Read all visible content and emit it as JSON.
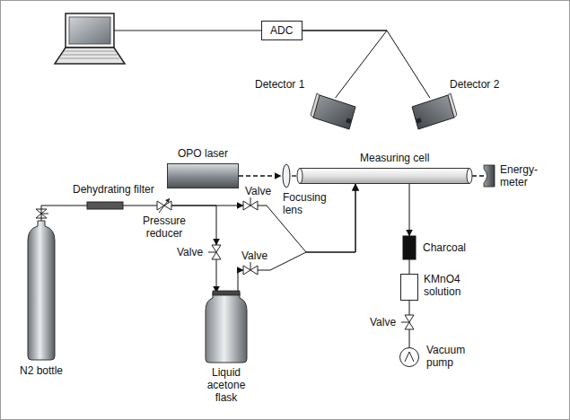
{
  "diagram": {
    "nodes": [
      {
        "text": [
          "ADC"
        ]
      },
      {
        "text": [
          "Detector 1"
        ]
      },
      {
        "text": [
          "Detector 2"
        ]
      },
      {
        "text": [
          "OPO laser"
        ]
      },
      {
        "text": [
          "Focusing lens"
        ]
      },
      {
        "text": [
          "Measuring cell"
        ]
      },
      {
        "text": [
          "Energy-meter"
        ]
      },
      {
        "text": [
          "Charcoal"
        ]
      },
      {
        "text": [
          "KMnO4 solution"
        ]
      },
      {
        "text": [
          "Valve"
        ]
      },
      {
        "text": [
          "Vacuum pump"
        ]
      },
      {
        "text": [
          "N2 bottle"
        ]
      },
      {
        "text": [
          "Dehydrating filter"
        ]
      },
      {
        "text": [
          "Pressure reducer"
        ]
      },
      {
        "text": [
          "Valve"
        ]
      },
      {
        "text": [
          "Valve"
        ]
      },
      {
        "text": [
          "Valve"
        ]
      },
      {
        "text": [
          "Liquid acetone flask"
        ]
      }
    ],
    "edges": [
      {
        "from": 0,
        "to": 1,
        "arrow": "none"
      },
      {
        "from": 0,
        "to": 2,
        "arrow": "none"
      },
      {
        "from": 3,
        "to": 4,
        "arrow": "to"
      },
      {
        "from": 4,
        "to": 5,
        "arrow": "none"
      },
      {
        "from": 5,
        "to": 6,
        "arrow": "none"
      },
      {
        "from": 11,
        "to": 12,
        "arrow": "none"
      },
      {
        "from": 12,
        "to": 13,
        "arrow": "none"
      },
      {
        "from": 13,
        "to": 14,
        "arrow": "to"
      },
      {
        "from": 13,
        "to": 15,
        "arrow": "to"
      },
      {
        "from": 15,
        "to": 17,
        "arrow": "to"
      },
      {
        "from": 17,
        "to": 16,
        "arrow": "to"
      },
      {
        "from": 14,
        "to": 5,
        "arrow": "to"
      },
      {
        "from": 16,
        "to": 5,
        "arrow": "to"
      },
      {
        "from": 5,
        "to": 7,
        "arrow": "to"
      },
      {
        "from": 7,
        "to": 8,
        "arrow": "none"
      },
      {
        "from": 8,
        "to": 9,
        "arrow": "none"
      },
      {
        "from": 9,
        "to": 10,
        "arrow": "none"
      }
    ]
  }
}
